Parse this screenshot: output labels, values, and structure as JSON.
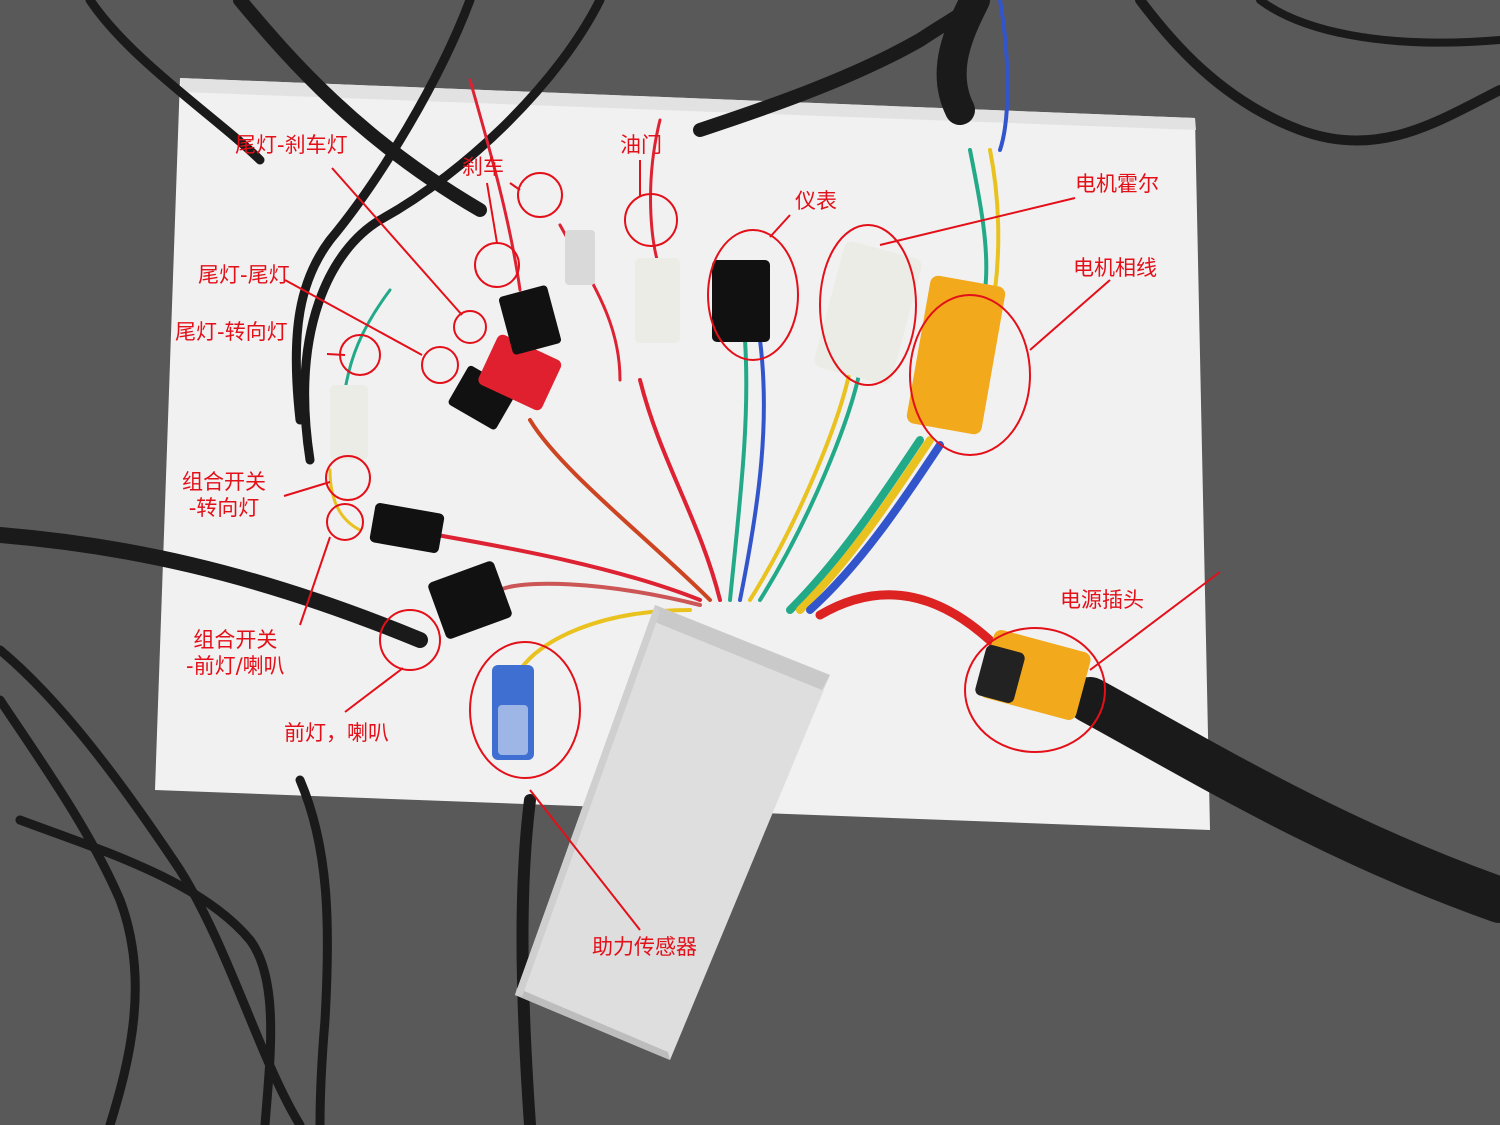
{
  "colors": {
    "annotation": "#e3101a",
    "carpet": "#5e5e5e",
    "paper": "#f1f1f1",
    "controller_case": "#dedede",
    "cable": "#1a1a1a",
    "connector_red": "#e0202e",
    "connector_white": "#ecece6",
    "connector_black": "#111111",
    "connector_yellow": "#f2a91c",
    "connector_blue": "#3f6fd0"
  },
  "labels": {
    "tail_brake_light": "尾灯-刹车灯",
    "brake": "刹车",
    "throttle": "油门",
    "meter": "仪表",
    "motor_hall": "电机霍尔",
    "motor_phase": "电机相线",
    "tail_tail_light": "尾灯-尾灯",
    "tail_turn_signal": "尾灯-转向灯",
    "combo_switch_turn_1": "组合开关",
    "combo_switch_turn_2": "-转向灯",
    "combo_switch_head_1": "组合开关",
    "combo_switch_head_2": "-前灯/喇叭",
    "headlight_horn": "前灯，喇叭",
    "power_plug": "电源插头",
    "assist_sensor": "助力传感器"
  }
}
